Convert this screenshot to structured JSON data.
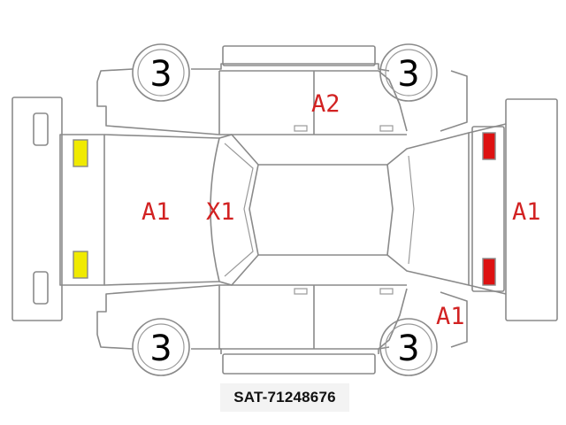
{
  "wheels": {
    "front_left": "3",
    "rear_left": "3",
    "front_right": "3",
    "rear_right": "3"
  },
  "damage_codes": {
    "hood": "A1",
    "windshield": "X1",
    "rear_right_door": "A2",
    "rear_bumper": "A1",
    "front_left_fender": "A1"
  },
  "colors": {
    "outline": "#8a8a8a",
    "damage_text": "#d22222",
    "headlight": "#f0ea00",
    "taillight": "#dd1111"
  },
  "reference_id": "SAT-71248676"
}
